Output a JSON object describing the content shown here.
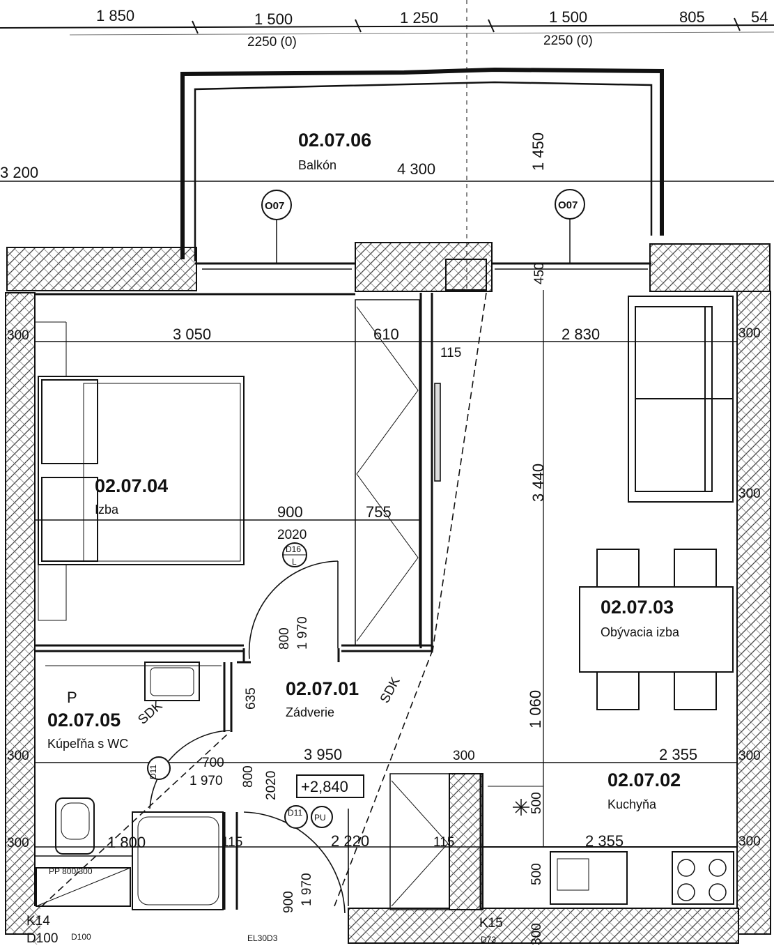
{
  "top_dims": {
    "d1": "1 850",
    "d2": "1 500",
    "d3": "1 250",
    "d4": "1 500",
    "d5": "805",
    "d6": "54",
    "w1": "2250 (0)",
    "w2": "2250 (0)"
  },
  "rooms": {
    "balcony": {
      "id": "02.07.06",
      "name": "Balkón"
    },
    "room": {
      "id": "02.07.04",
      "name": "Izba"
    },
    "living": {
      "id": "02.07.03",
      "name": "Obývacia izba"
    },
    "hall": {
      "id": "02.07.01",
      "name": "Zádverie"
    },
    "bath": {
      "id": "02.07.05",
      "name": "Kúpeľňa s WC",
      "prefix": "P"
    },
    "kitchen": {
      "id": "02.07.02",
      "name": "Kuchyňa"
    }
  },
  "dims": {
    "left_3200": "3 200",
    "balcony_4300": "4 300",
    "balcony_1450": "1 450",
    "v450": "450",
    "room_3050": "3 050",
    "room_610": "610",
    "living_2830": "2 830",
    "d115a": "115",
    "w300_l1": "300",
    "w300_r1": "300",
    "w300_r2": "300",
    "living_3440": "3 440",
    "door_900": "900",
    "door_2020": "2020",
    "d755": "755",
    "v800": "800",
    "v1970": "1 970",
    "v635": "635",
    "v1060": "1 060",
    "d700": "700",
    "d1970b": "1 970",
    "v800b": "800",
    "v2020b": "2020",
    "d3950": "3 950",
    "d300c": "300",
    "d2355a": "2 355",
    "w300_l2": "300",
    "w300_r3": "300",
    "w300_l3": "300",
    "w300_r4": "300",
    "d1800": "1 800",
    "d115b": "115",
    "d2220": "2 220",
    "d115c": "115",
    "d2355b": "2 355",
    "v500": "500",
    "v500b": "500",
    "v900": "900",
    "v1970c": "1 970",
    "v300c": "300",
    "level": "+2,840"
  },
  "tags": {
    "o07a": "O07",
    "o07b": "O07",
    "d16": "D16",
    "d16l": "L",
    "d11": "D11",
    "d11b": "D11",
    "pu": "PU",
    "sdk1": "SDK",
    "sdk2": "SDK"
  },
  "bottom_labels": {
    "k14": "K14",
    "d100": "D100",
    "d100b": "D100",
    "pp": "PP 800/300",
    "k15": "K15",
    "d73": "D73",
    "el": "EL30D3"
  },
  "colors": {
    "line": "#111111",
    "hatch": "#555555",
    "paper": "#ffffff"
  }
}
